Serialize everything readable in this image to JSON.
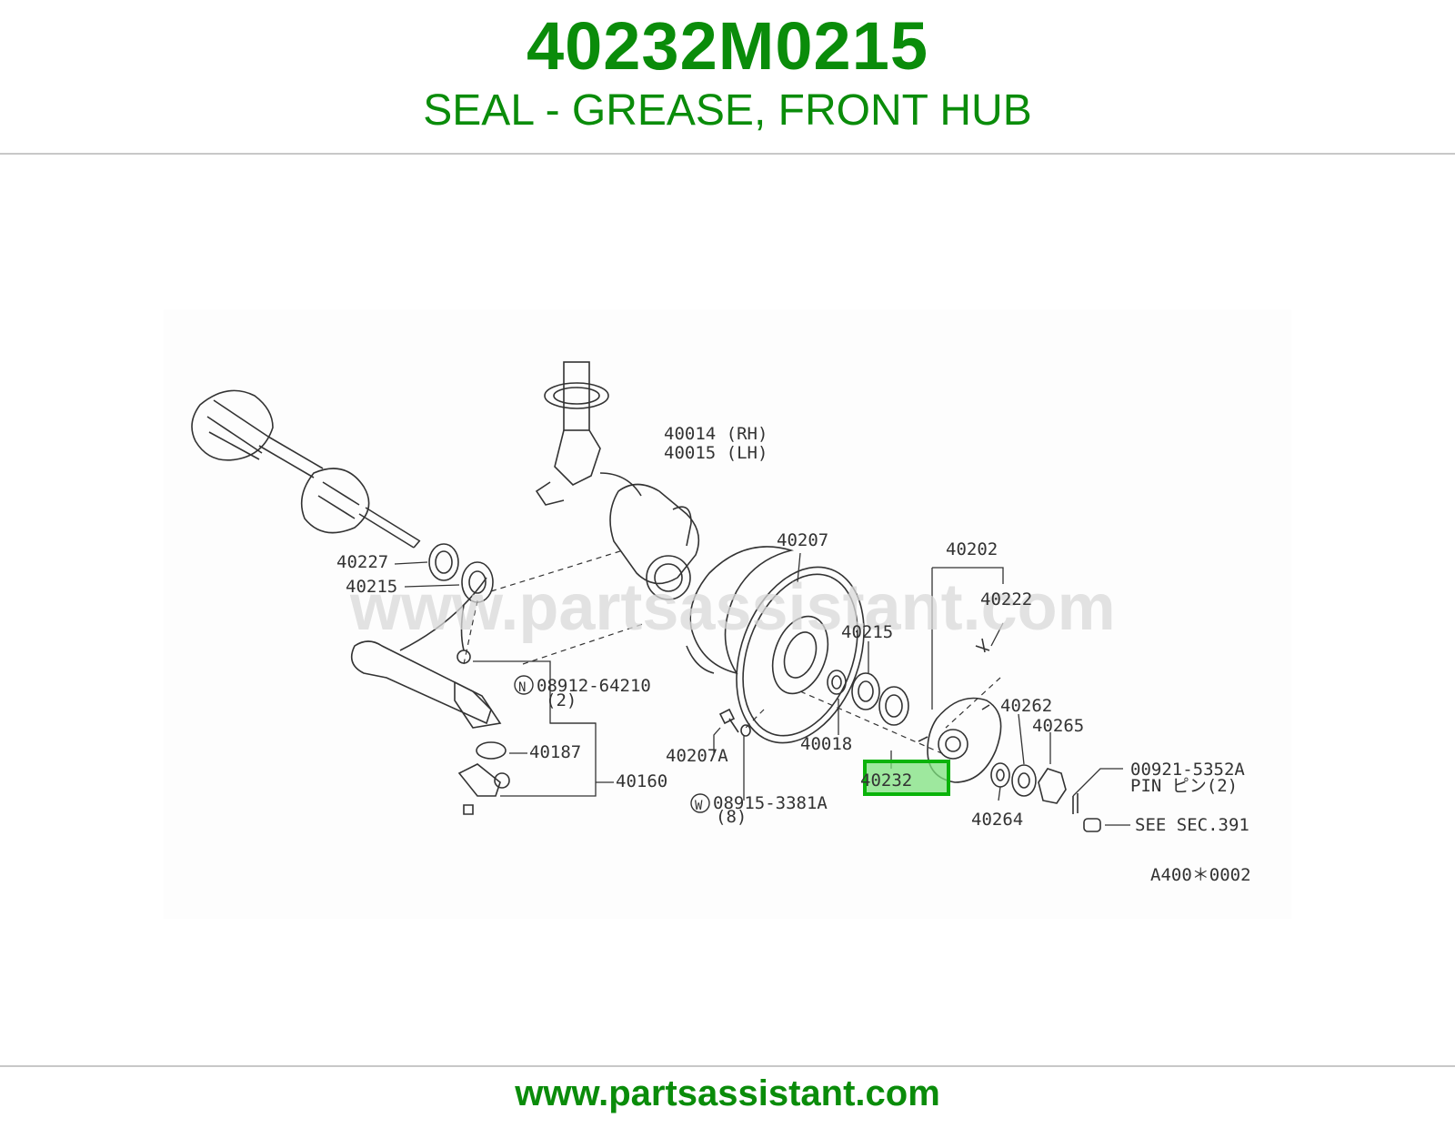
{
  "header": {
    "part_number": "40232M0215",
    "description": "SEAL - GREASE, FRONT HUB"
  },
  "diagram": {
    "watermark": "www.partsassistant.com",
    "highlight_color": "#7ee07e",
    "callouts": {
      "c40014": "40014 (RH)",
      "c40015": "40015 (LH)",
      "c40227": "40227",
      "c40215a": "40215",
      "c40207": "40207",
      "c40202": "40202",
      "c40222": "40222",
      "c40215b": "40215",
      "c08912": "08912-64210",
      "c08912qty": "(2)",
      "n_marker": "N",
      "c40262": "40262",
      "c40265": "40265",
      "c40187": "40187",
      "c40018": "40018",
      "c40207a": "40207A",
      "c40160": "40160",
      "c40232": "40232",
      "c00921": "00921-5352A",
      "cpin": "PIN ピン(2)",
      "c40264": "40264",
      "c08915": "08915-3381A",
      "c08915qty": "(8)",
      "w_marker": "W",
      "csee": "SEE SEC.391",
      "code": "A400＊0002"
    }
  },
  "footer": {
    "url": "www.partsassistant.com"
  },
  "colors": {
    "accent": "#0a8c0a",
    "rule": "#c8c8c8",
    "line_art": "#333333"
  }
}
